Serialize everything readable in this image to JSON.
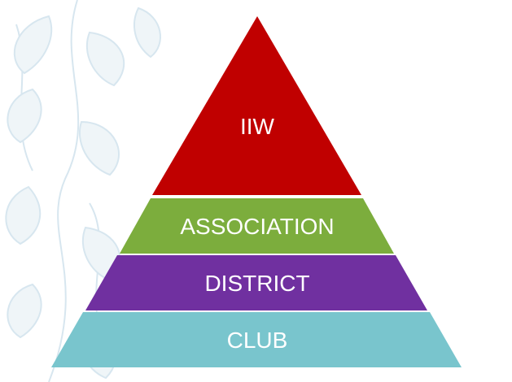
{
  "pyramid": {
    "tiers": [
      {
        "label": "IIW",
        "color": "#C00000"
      },
      {
        "label": "ASSOCIATION",
        "color": "#7CAD3D"
      },
      {
        "label": "DISTRICT",
        "color": "#7030A0"
      },
      {
        "label": "CLUB",
        "color": "#79C5CD"
      }
    ]
  },
  "background": {
    "pattern": "leaf-vine-icon",
    "pattern_color": "#D3E4EE",
    "page_color": "#FFFFFF"
  }
}
